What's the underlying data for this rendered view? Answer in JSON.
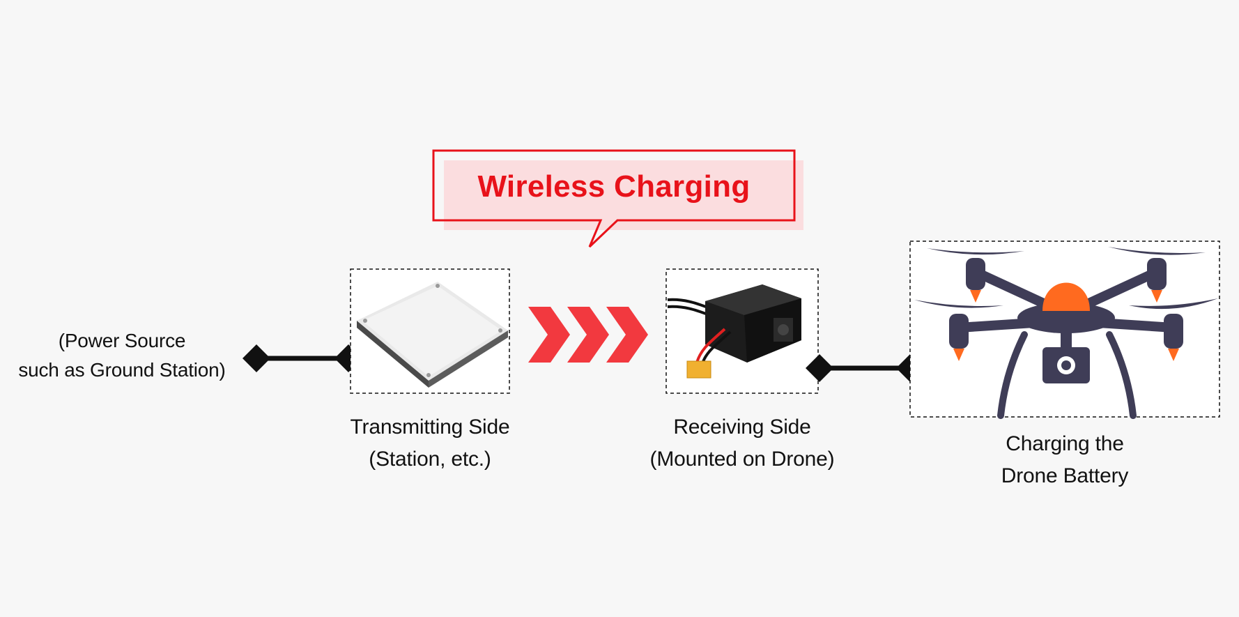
{
  "callout": {
    "title": "Wireless Charging",
    "accent": "#e8121a",
    "fill": "#fbd9db"
  },
  "nodes": {
    "power_source": {
      "line1": "(Power Source",
      "line2": "such as Ground Station)"
    },
    "transmitter": {
      "line1": "Transmitting Side",
      "line2": "(Station, etc.)"
    },
    "receiver": {
      "line1": "Receiving Side",
      "line2": "(Mounted on Drone)"
    },
    "battery": {
      "line1": "Charging the",
      "line2": "Drone Battery"
    }
  },
  "icons": [
    "charging-pad-icon",
    "receiver-module-icon",
    "drone-icon",
    "energy-arrow-icon",
    "connector-diamond-icon"
  ],
  "colors": {
    "background": "#f7f7f7",
    "connector": "#111111",
    "arrow": "#f2393f",
    "drone_body": "#3f3d57",
    "drone_accent": "#ff6a1f"
  }
}
